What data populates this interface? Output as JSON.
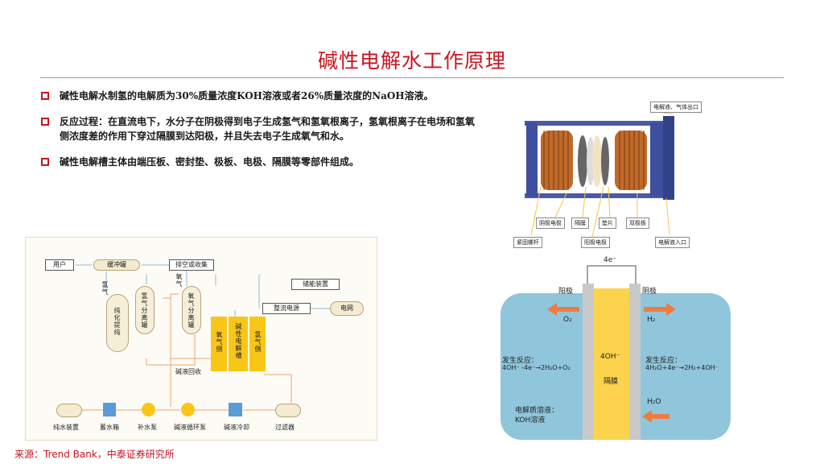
{
  "title": "碱性电解水工作原理",
  "bullets": [
    "碱性电解水制氢的电解质为30%质量浓度KOH溶液或者26%质量浓度的NaOH溶液。",
    "反应过程：在直流电下，水分子在阴极得到电子生成氢气和氢氧根离子，氢氧根离子在电场和氢氧侧浓度差的作用下穿过隔膜到达阳极，并且失去电子生成氧气和水。",
    "碱性电解槽主体由端压板、密封垫、极板、电极、隔膜等零部件组成。"
  ],
  "source": "来源：Trend Bank，中泰证券研究所",
  "flow": {
    "user": "用户",
    "buffer": "缓冲罐",
    "vent": "排空或收集",
    "storage": "储能装置",
    "rectifier": "整流电源",
    "grid": "电网",
    "hydrogen_gas": "氢气",
    "oxygen_gas": "氧气",
    "purify": "纯化提纯",
    "h2_separator": "氢气分离罐",
    "o2_separator": "氧气分离罐",
    "o2_side": "氧气侧",
    "cell": "碱性电解槽",
    "h2_side": "氢气侧",
    "lye_recovery": "碱液回收",
    "pure_water": "纯水装置",
    "water_tank": "蓄水箱",
    "feed_pump": "补水泵",
    "lye_pump": "碱液循环泵",
    "lye_cooling": "碱液冷却",
    "filter": "过滤器"
  },
  "device": {
    "outlet": "电解液、气体出口",
    "cathode": "阴极电极",
    "diaphragm": "隔膜",
    "gasket": "垫片",
    "bipolar": "双极板",
    "rod": "紧固螺杆",
    "anode": "阳极电极",
    "inlet": "电解液入口"
  },
  "principle": {
    "electron": "4e⁻",
    "anode": "阳极",
    "cathode": "阴极",
    "o2": "O₂",
    "h2": "H₂",
    "anode_reaction_label": "发生反应：",
    "anode_reaction": "4OH⁻ -4e⁻→2H₂O+O₂",
    "cathode_reaction_label": "发生反应：",
    "cathode_reaction": "4H₂O+4e⁻→2H₂+4OH⁻",
    "hydroxide": "4OH⁻",
    "membrane": "隔膜",
    "h2o": "H₂O",
    "electrolyte_label": "电解质溶液：",
    "electrolyte": "KOH溶液"
  },
  "colors": {
    "accent": "#c8141e",
    "cell_yellow": "#f9c617",
    "solution_blue": "#8fc6dc",
    "arrow_orange": "#f07b3f"
  }
}
